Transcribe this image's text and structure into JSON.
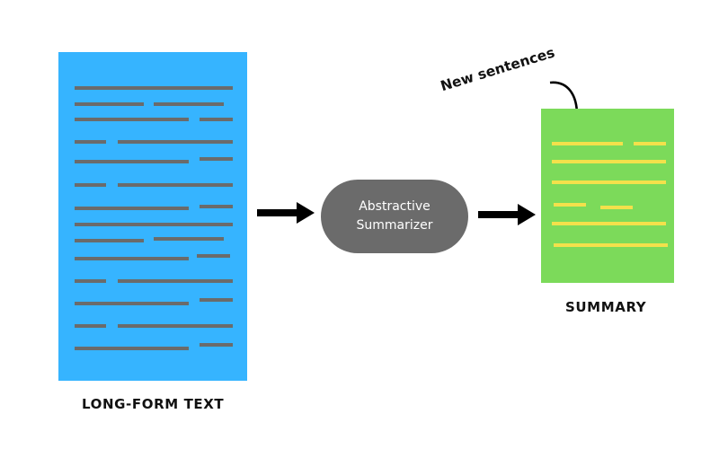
{
  "colors": {
    "document_fill": "#36b4ff",
    "document_lines": "#6b6b6b",
    "summary_fill": "#7cda5a",
    "summary_lines": "#f3e14b",
    "summarizer_fill": "#6b6b6b",
    "arrow": "#000000"
  },
  "long_form_text": {
    "caption": "LONG-FORM TEXT"
  },
  "summarizer": {
    "line1": "Abstractive",
    "line2": "Summarizer"
  },
  "summary": {
    "caption": "SUMMARY",
    "annotation": "New sentences"
  },
  "icons": {
    "flow_arrow_1": "right-arrow-icon",
    "flow_arrow_2": "right-arrow-icon",
    "annotation_arrow": "curved-arrow-icon"
  }
}
